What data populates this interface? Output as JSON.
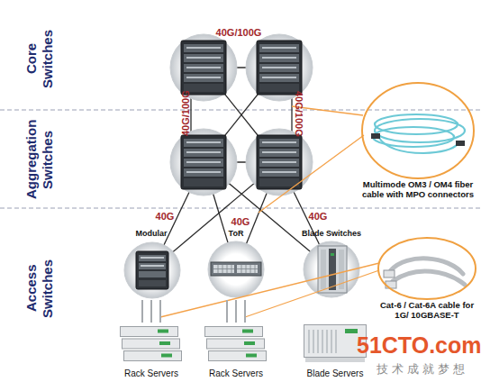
{
  "diagram": {
    "nodes": [
      {
        "text": [
          "Multimode OM3 / OM4 fiber cable with MPO connectors"
        ]
      },
      {
        "text": [
          "Modular"
        ]
      },
      {
        "text": [
          "ToR"
        ]
      },
      {
        "text": [
          "Blade Switches"
        ]
      },
      {
        "text": [
          "Cat-6 / Cat-6A cable for 1G/ 10GBASE-T"
        ]
      },
      {
        "text": [
          "Rack Servers"
        ]
      },
      {
        "text": [
          "Rack Servers"
        ]
      },
      {
        "text": [
          "Blade Servers"
        ]
      }
    ],
    "edges": [
      {
        "from": 1,
        "to": 5,
        "arrow": "none"
      },
      {
        "from": 2,
        "to": 6,
        "arrow": "none"
      }
    ],
    "labels": [
      "Core Switches",
      "Aggregation Switches",
      "Access Switches",
      "40G/100G",
      "40G/100G",
      "40G/100G",
      "40G",
      "40G",
      "40G",
      "51CTO.com",
      "技术成就梦想"
    ]
  }
}
